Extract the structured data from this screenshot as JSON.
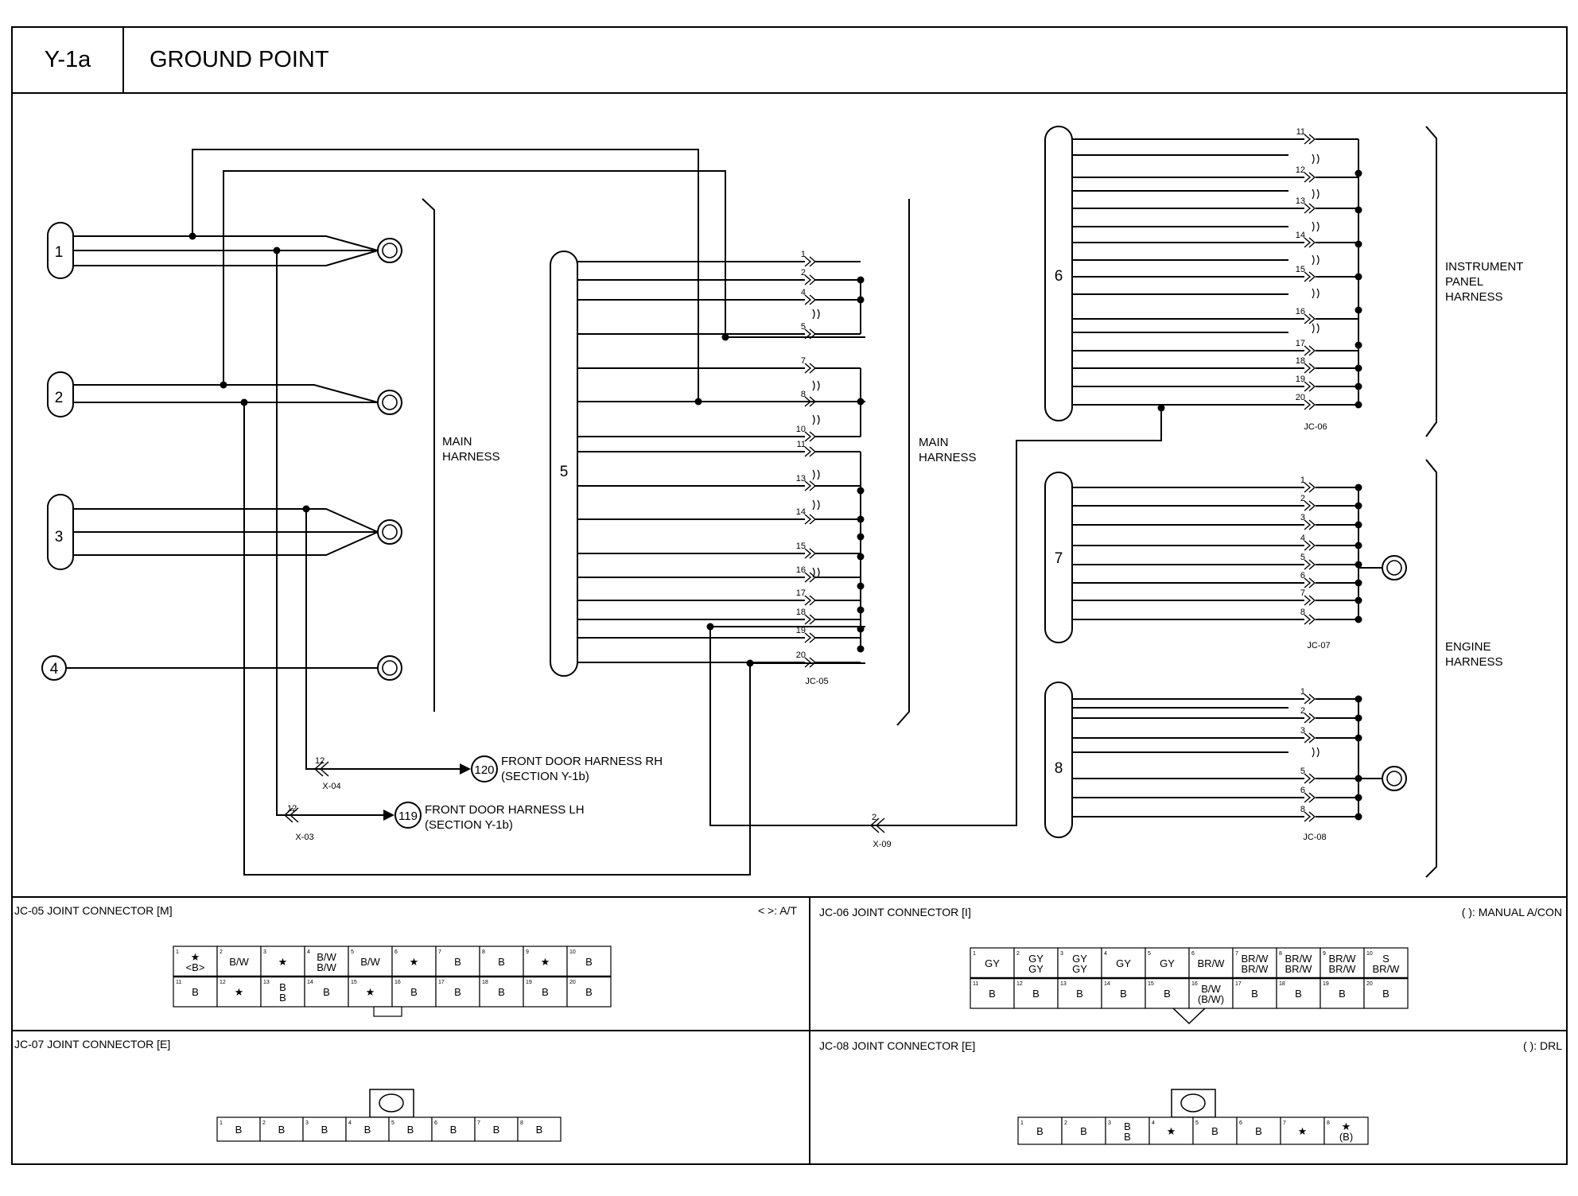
{
  "header": {
    "code": "Y-1a",
    "title": "GROUND POINT"
  },
  "colors": {
    "line": "#000000",
    "background": "#ffffff"
  },
  "connectors": [
    {
      "id": "1"
    },
    {
      "id": "2"
    },
    {
      "id": "3"
    },
    {
      "id": "4"
    },
    {
      "id": "5"
    },
    {
      "id": "6"
    },
    {
      "id": "7"
    },
    {
      "id": "8"
    }
  ],
  "harness_labels": {
    "main1": [
      "MAIN",
      "HARNESS"
    ],
    "main2": [
      "MAIN",
      "HARNESS"
    ],
    "instrument": [
      "INSTRUMENT",
      "PANEL",
      "HARNESS"
    ],
    "engine": [
      "ENGINE",
      "HARNESS"
    ]
  },
  "joint_connector_ids": {
    "jc05": "JC-05",
    "jc06": "JC-06",
    "jc07": "JC-07",
    "jc08": "JC-08"
  },
  "pin_labels": {
    "jc05": [
      "1",
      "2",
      "4",
      "5",
      "7",
      "8",
      "10",
      "11",
      "13",
      "14",
      "15",
      "16",
      "17",
      "18",
      "19",
      "20"
    ],
    "jc06": [
      "11",
      "12",
      "13",
      "14",
      "15",
      "16",
      "17",
      "18",
      "19",
      "20"
    ],
    "jc07": [
      "1",
      "2",
      "3",
      "4",
      "5",
      "6",
      "7",
      "8"
    ],
    "jc08": [
      "1",
      "2",
      "3",
      "5",
      "6",
      "8"
    ]
  },
  "inline_connectors": [
    {
      "id": "X-04",
      "pin": "12"
    },
    {
      "id": "X-03",
      "pin": "12"
    },
    {
      "id": "X-09",
      "pin": "2"
    }
  ],
  "references": [
    {
      "num": "120",
      "lines": [
        "FRONT DOOR HARNESS RH",
        "(SECTION Y-1b)"
      ]
    },
    {
      "num": "119",
      "lines": [
        "FRONT DOOR HARNESS LH",
        "(SECTION Y-1b)"
      ]
    }
  ],
  "panels": {
    "jc05": {
      "title": "JC-05 JOINT CONNECTOR [M]",
      "note": "< >: A/T",
      "top": [
        [
          "1",
          "★",
          "<B>"
        ],
        [
          "2",
          "B/W",
          ""
        ],
        [
          "3",
          "★",
          ""
        ],
        [
          "4",
          "B/W",
          "B/W"
        ],
        [
          "5",
          "B/W",
          ""
        ],
        [
          "6",
          "★",
          ""
        ],
        [
          "7",
          "B",
          ""
        ],
        [
          "8",
          "B",
          ""
        ],
        [
          "9",
          "★",
          ""
        ],
        [
          "10",
          "B",
          ""
        ]
      ],
      "bottom": [
        [
          "11",
          "B",
          ""
        ],
        [
          "12",
          "★",
          ""
        ],
        [
          "13",
          "B",
          "B"
        ],
        [
          "14",
          "B",
          ""
        ],
        [
          "15",
          "★",
          ""
        ],
        [
          "16",
          "B",
          ""
        ],
        [
          "17",
          "B",
          ""
        ],
        [
          "18",
          "B",
          ""
        ],
        [
          "19",
          "B",
          ""
        ],
        [
          "20",
          "B",
          ""
        ]
      ]
    },
    "jc06": {
      "title": "JC-06 JOINT CONNECTOR [I]",
      "note": "( ): MANUAL A/CON",
      "top": [
        [
          "1",
          "GY",
          ""
        ],
        [
          "2",
          "GY",
          "GY"
        ],
        [
          "3",
          "GY",
          "GY"
        ],
        [
          "4",
          "GY",
          ""
        ],
        [
          "5",
          "GY",
          ""
        ],
        [
          "6",
          "BR/W",
          ""
        ],
        [
          "7",
          "BR/W",
          "BR/W"
        ],
        [
          "8",
          "BR/W",
          "BR/W"
        ],
        [
          "9",
          "BR/W",
          "BR/W"
        ],
        [
          "10",
          "S",
          "BR/W"
        ]
      ],
      "bottom": [
        [
          "11",
          "B",
          ""
        ],
        [
          "12",
          "B",
          ""
        ],
        [
          "13",
          "B",
          ""
        ],
        [
          "14",
          "B",
          ""
        ],
        [
          "15",
          "B",
          ""
        ],
        [
          "16",
          "B/W",
          "(B/W)"
        ],
        [
          "17",
          "B",
          ""
        ],
        [
          "18",
          "B",
          ""
        ],
        [
          "19",
          "B",
          ""
        ],
        [
          "20",
          "B",
          ""
        ]
      ]
    },
    "jc07": {
      "title": "JC-07 JOINT CONNECTOR [E]",
      "note": "",
      "top": [
        [
          "1",
          "B",
          ""
        ],
        [
          "2",
          "B",
          ""
        ],
        [
          "3",
          "B",
          ""
        ],
        [
          "4",
          "B",
          ""
        ],
        [
          "5",
          "B",
          ""
        ],
        [
          "6",
          "B",
          ""
        ],
        [
          "7",
          "B",
          ""
        ],
        [
          "8",
          "B",
          ""
        ]
      ]
    },
    "jc08": {
      "title": "JC-08 JOINT CONNECTOR [E]",
      "note": "( ): DRL",
      "top": [
        [
          "1",
          "B",
          ""
        ],
        [
          "2",
          "B",
          ""
        ],
        [
          "3",
          "B",
          "B"
        ],
        [
          "4",
          "★",
          ""
        ],
        [
          "5",
          "B",
          ""
        ],
        [
          "6",
          "B",
          ""
        ],
        [
          "7",
          "★",
          ""
        ],
        [
          "8",
          "★",
          "(B)"
        ]
      ]
    }
  }
}
